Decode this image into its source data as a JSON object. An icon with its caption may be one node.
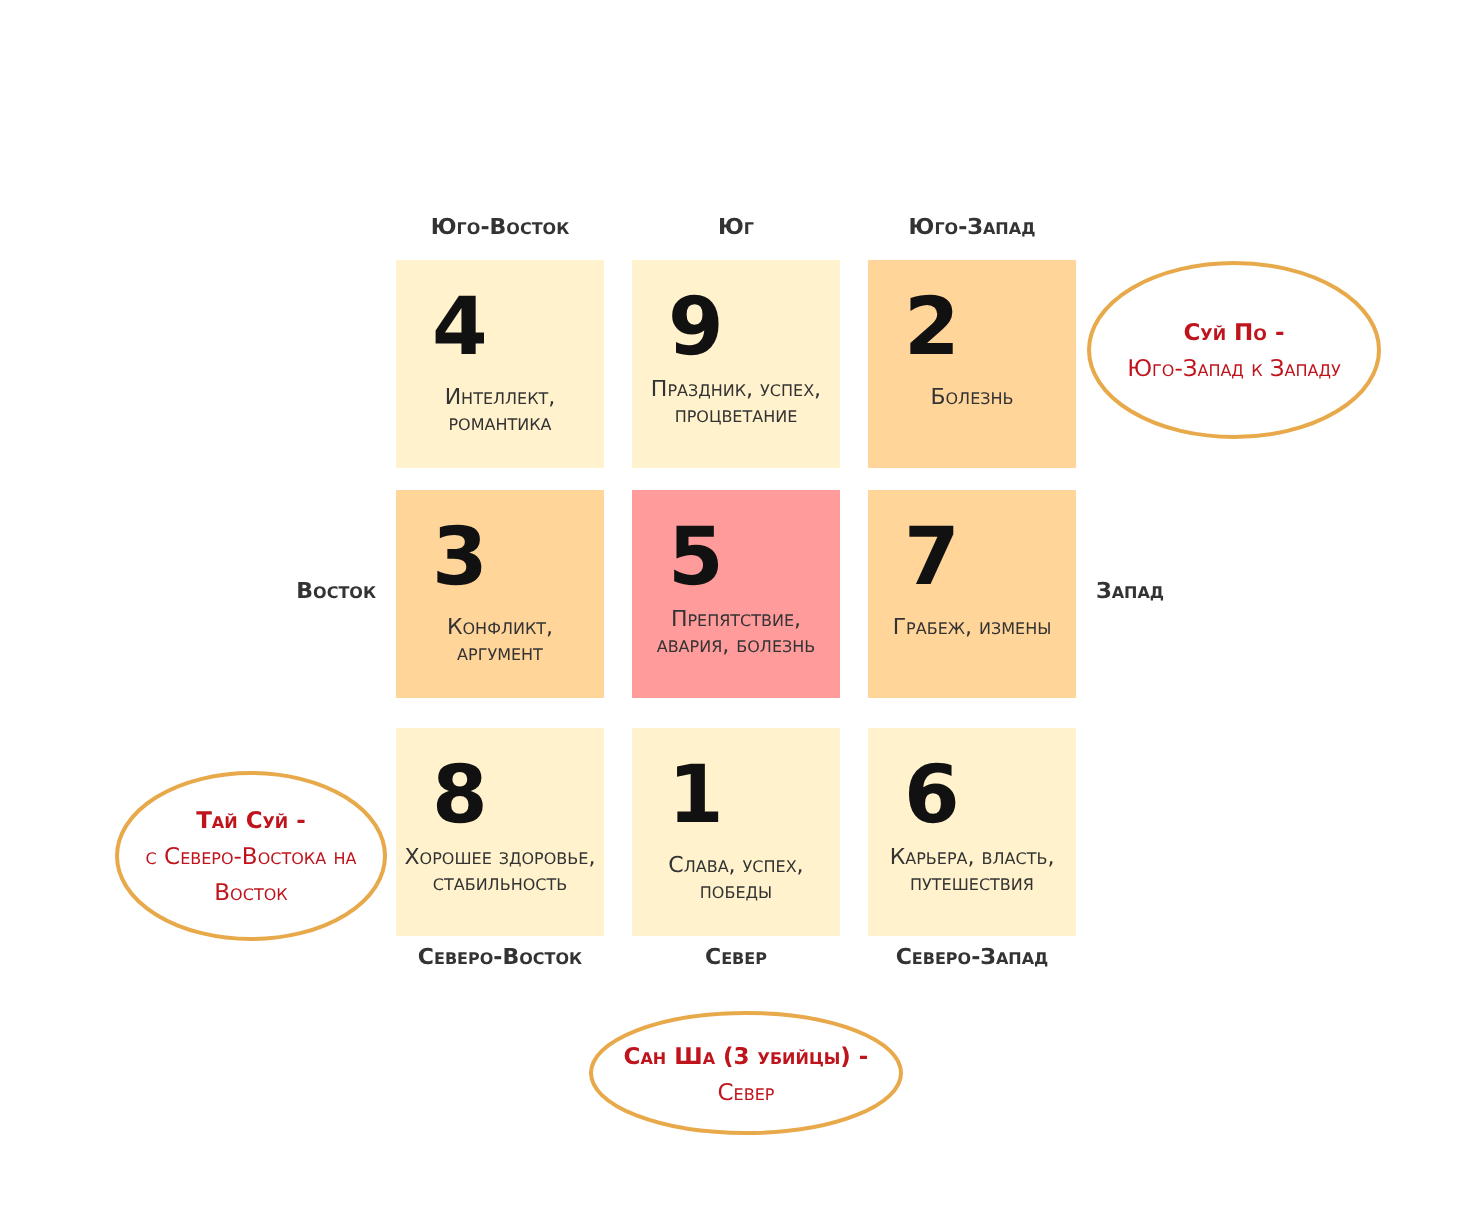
{
  "diagram": {
    "nodes": [
      {
        "text": [
          "4",
          "Интеллект, романтика"
        ],
        "beside": [
          "Юго-Восток"
        ]
      },
      {
        "text": [
          "9",
          "Праздник, успех, процветание"
        ],
        "beside": [
          "Юг"
        ]
      },
      {
        "text": [
          "2",
          "Болезнь"
        ],
        "beside": [
          "Юго-Запад"
        ]
      },
      {
        "text": [
          "Суй По -",
          "Юго-Запад к Западу"
        ]
      },
      {
        "text": [
          "3",
          "Конфликт, аргумент"
        ],
        "beside": [
          "Восток"
        ]
      },
      {
        "text": [
          "5",
          "Препятствие, авария, болезнь"
        ]
      },
      {
        "text": [
          "7",
          "Грабеж, измены"
        ],
        "beside": [
          "Запад"
        ]
      },
      {
        "text": [
          "Тай Суй -",
          "с Северо-Востока на Восток"
        ]
      },
      {
        "text": [
          "8",
          "Хорошее здоровье, стабильность"
        ],
        "beside": [
          "Северо-Восток"
        ]
      },
      {
        "text": [
          "1",
          "Слава, успех, победы"
        ],
        "beside": [
          "Север"
        ]
      },
      {
        "text": [
          "6",
          "Карьера, власть, путешествия"
        ],
        "beside": [
          "Северо-Запад"
        ]
      },
      {
        "text": [
          "Сан Ша (3 убийцы) -",
          "Север"
        ]
      }
    ]
  }
}
